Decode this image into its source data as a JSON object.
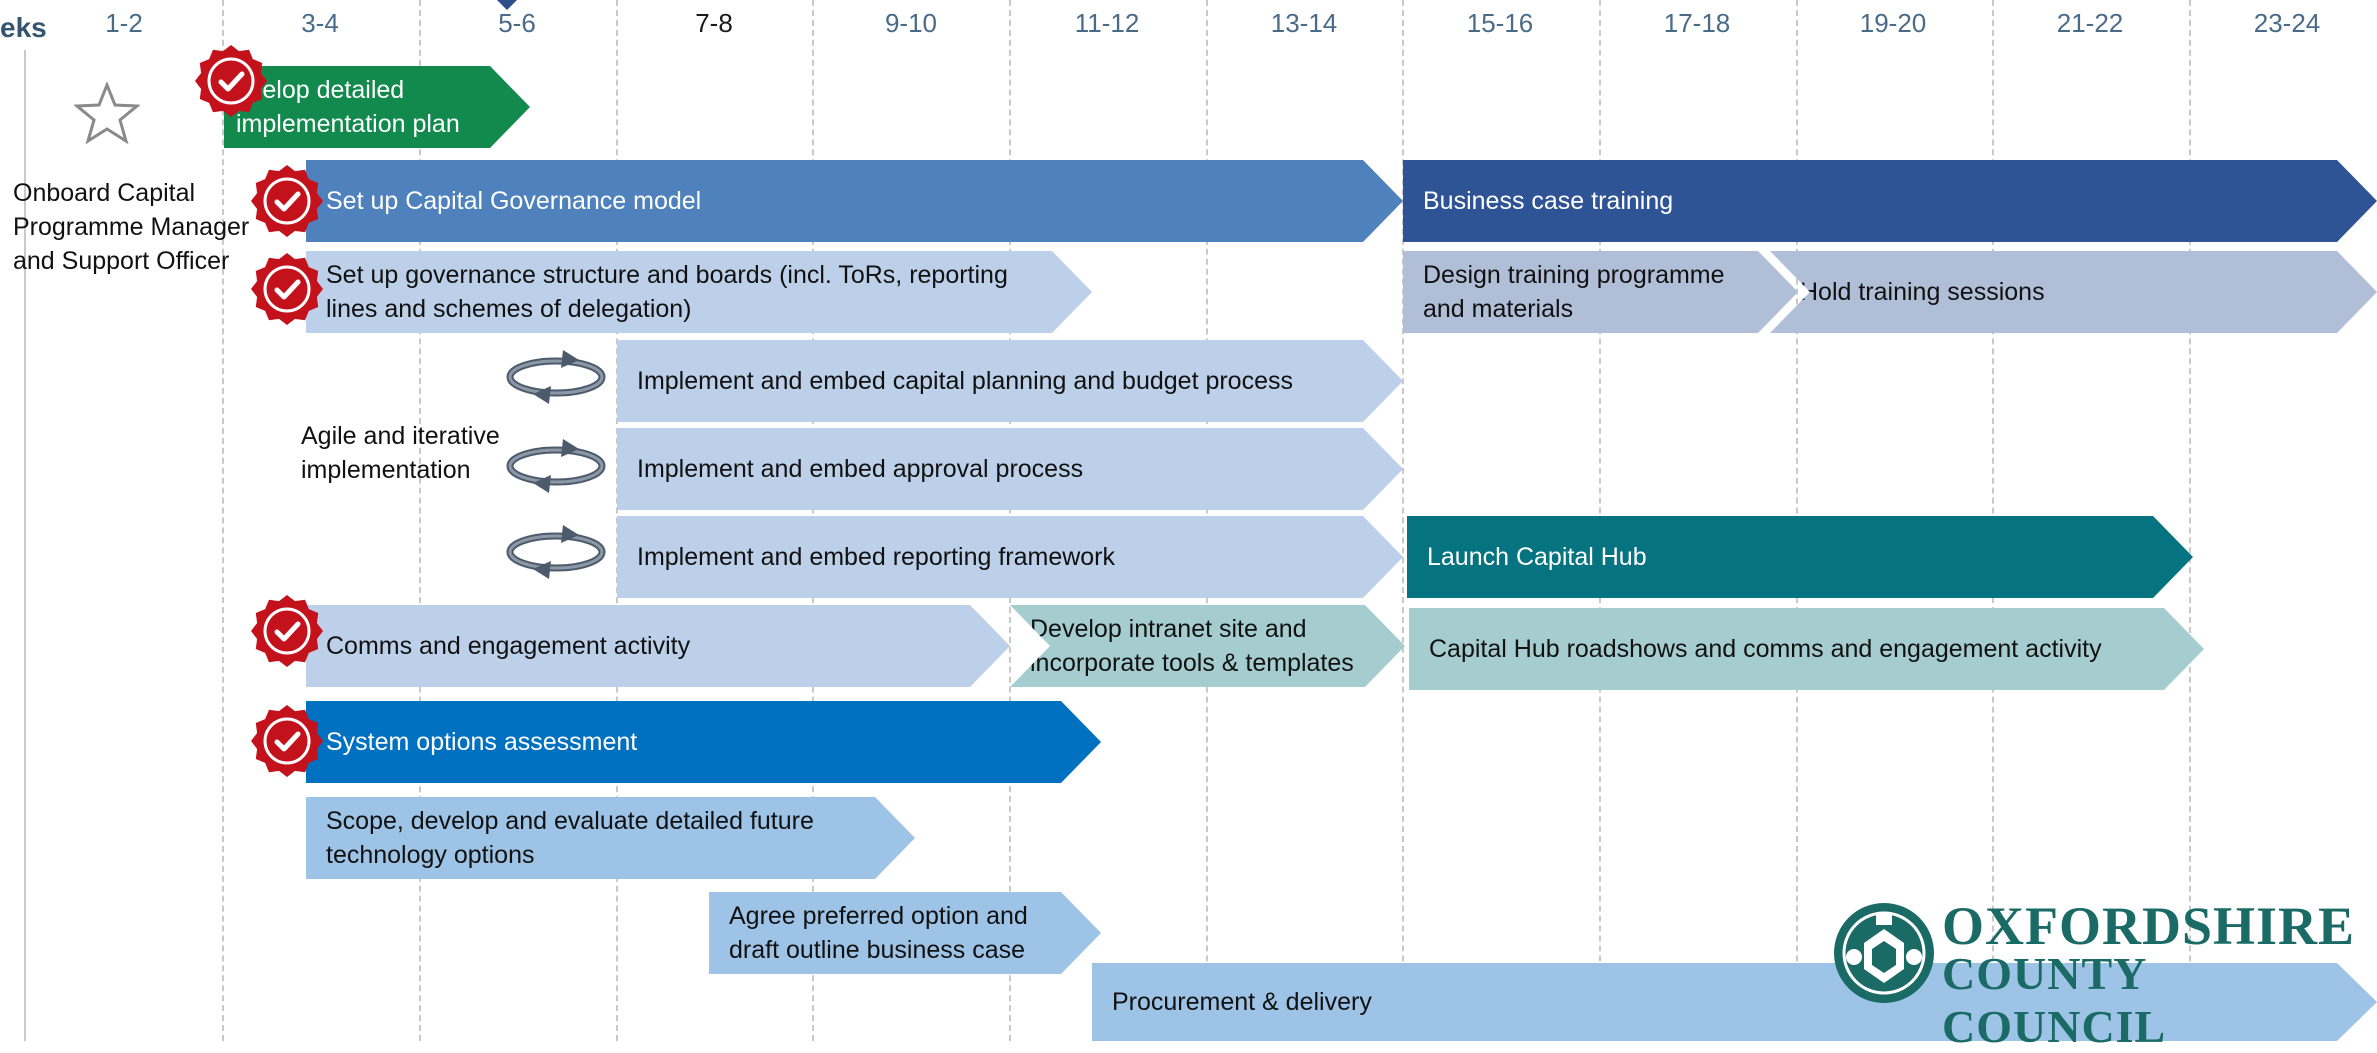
{
  "timeline": {
    "weeks_label": "eks",
    "weeks": [
      "1-2",
      "3-4",
      "5-6",
      "7-8",
      "9-10",
      "11-12",
      "13-14",
      "15-16",
      "17-18",
      "19-20",
      "21-22",
      "23-24"
    ],
    "current_week": "7-8"
  },
  "side_labels": {
    "onboard": "Onboard Capital Programme Manager and Support Officer",
    "agile": "Agile and iterative implementation"
  },
  "tasks": [
    {
      "id": "detailed-plan",
      "label": "evelop detailed implementation plan",
      "color": "#138a4d",
      "text_color": "#ffffff",
      "complete": true
    },
    {
      "id": "governance-model",
      "label": "Set up Capital Governance model",
      "color": "#4f81bd",
      "text_color": "#ffffff",
      "complete": true
    },
    {
      "id": "business-case-training",
      "label": "Business case training",
      "color": "#2f5496",
      "text_color": "#ffffff",
      "complete": false
    },
    {
      "id": "governance-structure",
      "label": "Set up governance structure and boards (incl. ToRs, reporting lines and schemes of delegation)",
      "color": "#bcd0ea",
      "text_color": "#111111",
      "complete": true
    },
    {
      "id": "design-training",
      "label": "Design training programme and materials",
      "color": "#b0bed8",
      "text_color": "#111111",
      "complete": false
    },
    {
      "id": "hold-training",
      "label": "Hold training sessions",
      "color": "#b0bed8",
      "text_color": "#111111",
      "complete": false
    },
    {
      "id": "capital-planning",
      "label": "Implement and embed capital planning and budget process",
      "color": "#bcd0ea",
      "text_color": "#111111",
      "complete": false
    },
    {
      "id": "approval-process",
      "label": "Implement and embed approval process",
      "color": "#bcd0ea",
      "text_color": "#111111",
      "complete": false
    },
    {
      "id": "reporting-framework",
      "label": "Implement and embed reporting framework",
      "color": "#bcd0ea",
      "text_color": "#111111",
      "complete": false
    },
    {
      "id": "launch-hub",
      "label": "Launch Capital Hub",
      "color": "#067480",
      "text_color": "#ffffff",
      "complete": false
    },
    {
      "id": "comms-engagement",
      "label": "Comms and engagement activity",
      "color": "#bcd0ea",
      "text_color": "#111111",
      "complete": true
    },
    {
      "id": "intranet-site",
      "label": "Develop intranet site and incorporate tools & templates",
      "color": "#a5cdd0",
      "text_color": "#111111",
      "complete": false
    },
    {
      "id": "hub-roadshows",
      "label": "Capital Hub roadshows and comms and engagement activity",
      "color": "#a5cdd0",
      "text_color": "#111111",
      "complete": false
    },
    {
      "id": "system-options",
      "label": "System options assessment",
      "color": "#0070c0",
      "text_color": "#ffffff",
      "complete": true
    },
    {
      "id": "scope-technology",
      "label": "Scope, develop and evaluate detailed future technology options",
      "color": "#9dc3e6",
      "text_color": "#111111",
      "complete": false
    },
    {
      "id": "preferred-option",
      "label": "Agree preferred option and draft outline business case",
      "color": "#9dc3e6",
      "text_color": "#111111",
      "complete": false
    },
    {
      "id": "procurement",
      "label": "Procurement & delivery",
      "color": "#9dc3e6",
      "text_color": "#111111",
      "complete": false
    }
  ],
  "logo": {
    "line1": "OXFORDSHIRE",
    "line2": "COUNTY COUNCIL",
    "color": "#1a6a66"
  }
}
